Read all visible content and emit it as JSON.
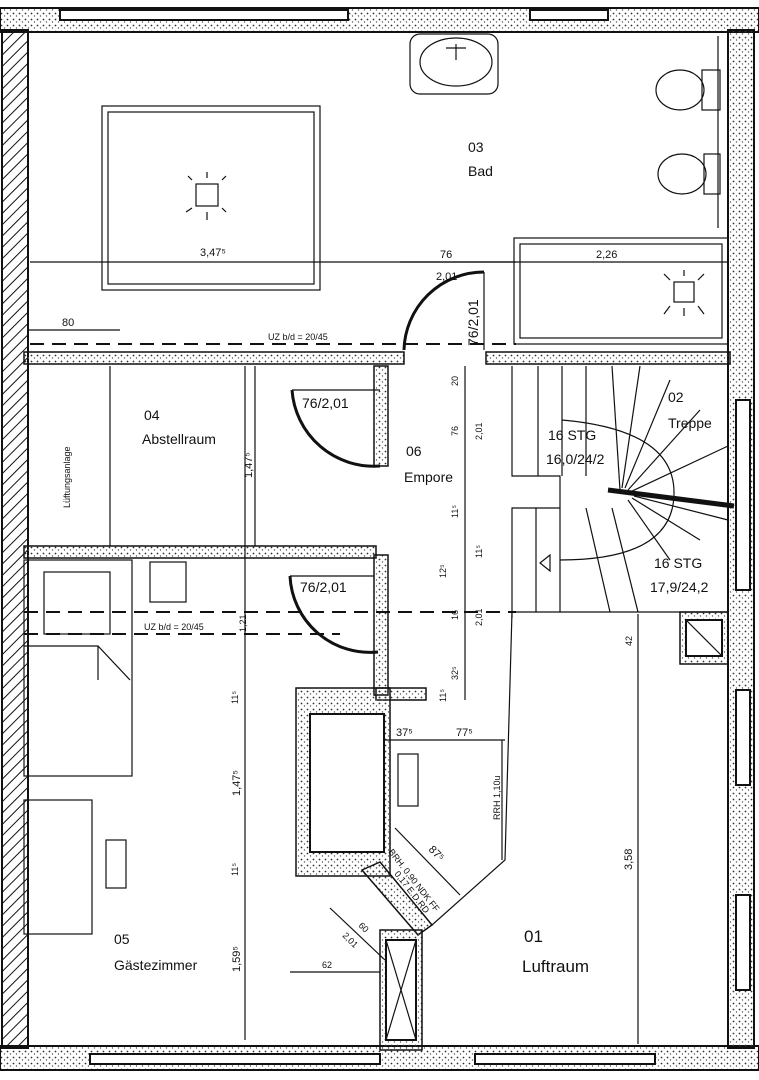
{
  "rooms": {
    "bad": {
      "number": "03",
      "name": "Bad"
    },
    "treppe": {
      "number": "02",
      "name": "Treppe"
    },
    "abstellraum": {
      "number": "04",
      "name": "Abstellraum"
    },
    "empore": {
      "number": "06",
      "name": "Empore"
    },
    "gaestezimmer": {
      "number": "05",
      "name": "Gästezimmer"
    },
    "luftraum": {
      "number": "01",
      "name": "Luftraum"
    }
  },
  "labels": {
    "lueftungsanlage": "Lüftungsanlage",
    "stair_upper_steps": "16 STG",
    "stair_upper_ratio": "16,0/24/2",
    "stair_lower_steps": "16 STG",
    "stair_lower_ratio": "17,9/24,2",
    "uz_top": "UZ b/d = 20/45",
    "uz_mid": "UZ b/d = 20/45",
    "brh": "BRH. 0,90 NDK FF",
    "brh2": "0,17 E.D.RD",
    "rrh": "RRH 1,10u"
  },
  "dimensions": {
    "d_347": "3,47⁵",
    "d_76": "76",
    "d_201a": "2,01",
    "d_226": "2,26",
    "d_80": "80",
    "d_door_76_201_top": "76/2,01",
    "d_door_76_201_abst": "76/2,01",
    "d_door_76_201_gaest": "76/2,01",
    "d_147_abst": "1,47⁵",
    "d_20": "20",
    "d_76v": "76",
    "d_201v": "2,01",
    "d_11a": "11⁵",
    "d_11b": "11⁵",
    "d_12": "12⁵",
    "d_16": "16",
    "d_201v2": "2,01",
    "d_32": "32⁵",
    "d_11c": "11⁵",
    "d_42": "42",
    "d_121": "1,21",
    "d_11d": "11⁵",
    "d_37": "37⁵",
    "d_77": "77⁵",
    "d_147_gaest": "1,47⁵",
    "d_11e": "11⁵",
    "d_87": "87⁵",
    "d_358": "3,58",
    "d_60": "60",
    "d_201d": "2,01",
    "d_159": "1,59⁵",
    "d_62": "62"
  }
}
